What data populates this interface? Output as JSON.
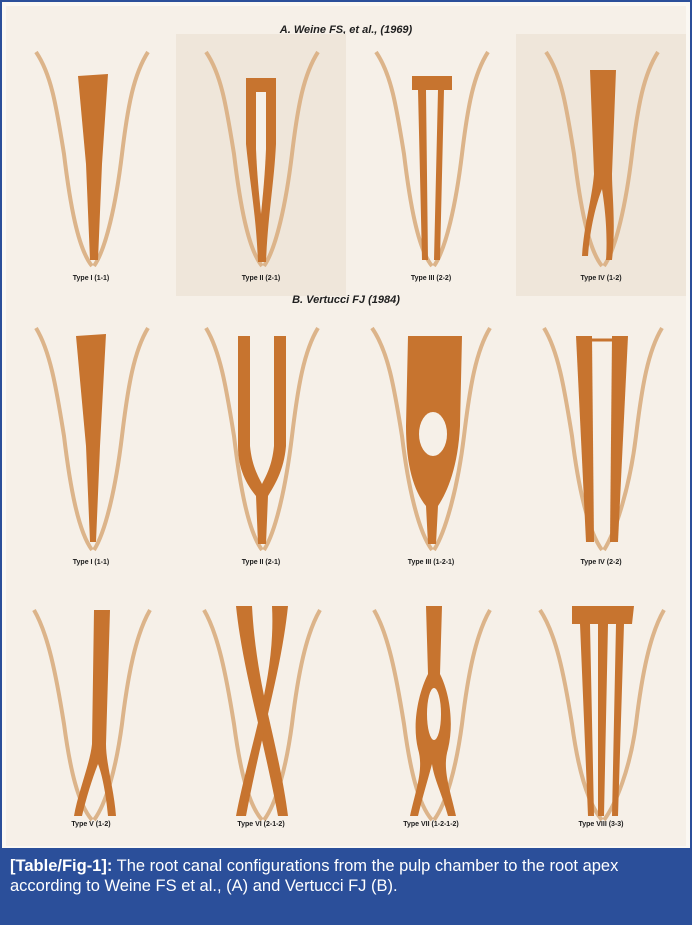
{
  "figure": {
    "section_a_title": "A. Weine FS, et al., (1969)",
    "section_b_title": "B. Vertucci FJ (1984)",
    "weine_types": [
      {
        "label": "Type I (1-1)",
        "config": "1-1"
      },
      {
        "label": "Type II (2-1)",
        "config": "2-1"
      },
      {
        "label": "Type III (2-2)",
        "config": "2-2"
      },
      {
        "label": "Type IV (1-2)",
        "config": "1-2"
      }
    ],
    "vertucci_types": [
      {
        "label": "Type I (1-1)",
        "config": "1-1"
      },
      {
        "label": "Type II (2-1)",
        "config": "2-1"
      },
      {
        "label": "Type III (1-2-1)",
        "config": "1-2-1"
      },
      {
        "label": "Type IV (2-2)",
        "config": "2-2"
      },
      {
        "label": "Type V (1-2)",
        "config": "1-2"
      },
      {
        "label": "Type VI (2-1-2)",
        "config": "2-1-2"
      },
      {
        "label": "Type VII (1-2-1-2)",
        "config": "1-2-1-2"
      },
      {
        "label": "Type VIII (3-3)",
        "config": "3-3"
      }
    ],
    "colors": {
      "canal": "#c7742f",
      "root_outline": "#dcb48a",
      "caption_bg": "#2b4f9a"
    }
  },
  "caption": {
    "label": "[Table/Fig-1]:",
    "text": " The root canal configurations from the pulp chamber to the root apex according to Weine FS et al., (A) and Vertucci FJ (B)."
  }
}
